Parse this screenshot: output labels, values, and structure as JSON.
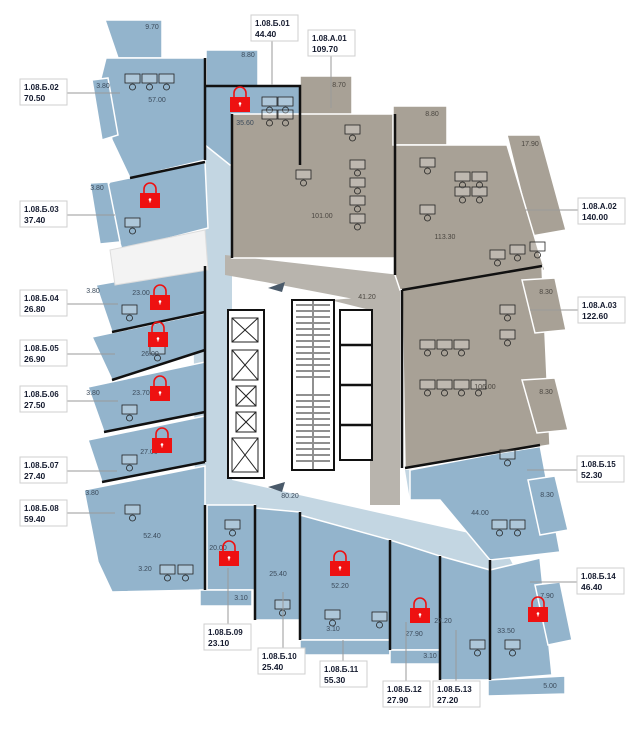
{
  "floor_plan": {
    "units": [
      {
        "id": "1.08.Б.01",
        "area": "44.40",
        "locked": true
      },
      {
        "id": "1.08.А.01",
        "area": "109.70",
        "locked": false
      },
      {
        "id": "1.08.Б.02",
        "area": "70.50",
        "locked": false
      },
      {
        "id": "1.08.Б.03",
        "area": "37.40",
        "locked": true
      },
      {
        "id": "1.08.Б.04",
        "area": "26.80",
        "locked": true
      },
      {
        "id": "1.08.Б.05",
        "area": "26.90",
        "locked": true
      },
      {
        "id": "1.08.Б.06",
        "area": "27.50",
        "locked": true
      },
      {
        "id": "1.08.Б.07",
        "area": "27.40",
        "locked": true
      },
      {
        "id": "1.08.Б.08",
        "area": "59.40",
        "locked": false
      },
      {
        "id": "1.08.Б.09",
        "area": "23.10",
        "locked": true
      },
      {
        "id": "1.08.Б.10",
        "area": "25.40",
        "locked": false
      },
      {
        "id": "1.08.Б.11",
        "area": "55.30",
        "locked": true
      },
      {
        "id": "1.08.Б.12",
        "area": "27.90",
        "locked": true
      },
      {
        "id": "1.08.Б.13",
        "area": "27.20",
        "locked": false
      },
      {
        "id": "1.08.Б.14",
        "area": "46.40",
        "locked": true
      },
      {
        "id": "1.08.Б.15",
        "area": "52.30",
        "locked": false
      },
      {
        "id": "1.08.А.02",
        "area": "140.00",
        "locked": false
      },
      {
        "id": "1.08.А.03",
        "area": "122.60",
        "locked": false
      }
    ],
    "room_areas": [
      "9.70",
      "8.80",
      "3.80",
      "57.00",
      "35.60",
      "3.80",
      "8.70",
      "8.80",
      "17.90",
      "101.00",
      "113.30",
      "41.20",
      "23.00",
      "26.00",
      "23.70",
      "27.00",
      "3.80",
      "3.80",
      "8.30",
      "106.00",
      "8.30",
      "44.00",
      "8.30",
      "3.80",
      "52.40",
      "3.20",
      "20.00",
      "25.40",
      "3.10",
      "80.20",
      "52.20",
      "3.10",
      "27.90",
      "27.20",
      "3.10",
      "33.50",
      "7.90",
      "5.00"
    ],
    "colors": {
      "available_blue": "#93b4cc",
      "office_gray": "#a8a196",
      "corridor": "#c3d6e2",
      "lock": "#ee1111"
    }
  }
}
